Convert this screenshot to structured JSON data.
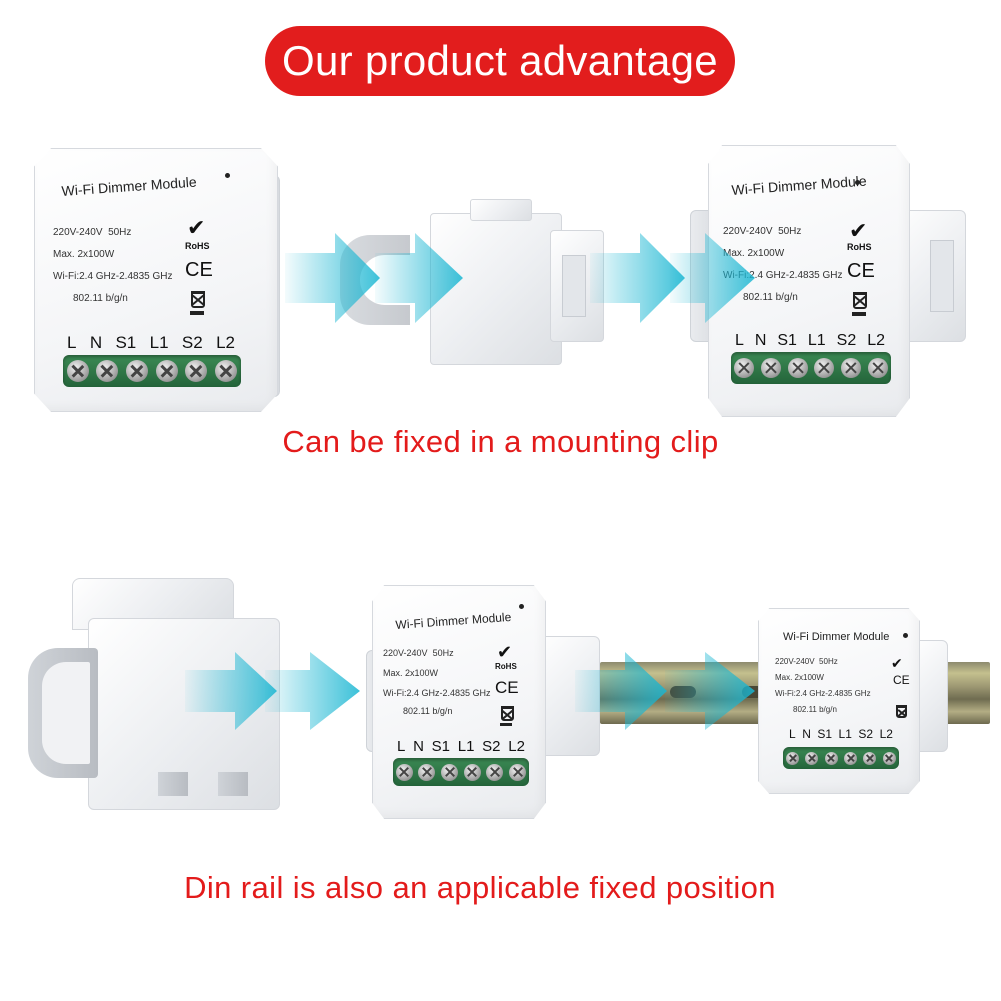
{
  "title": "Our product advantage",
  "captions": {
    "mounting_clip": "Can be fixed in a mounting clip",
    "din_rail": "Din rail is also an applicable fixed position"
  },
  "module": {
    "name": "Wi-Fi Dimmer Module",
    "voltage": "220V-240V",
    "frequency": "50Hz",
    "max_power": "Max. 2x100W",
    "wifi_band": "Wi-Fi:2.4 GHz-2.4835 GHz",
    "wifi_standard": "802.11 b/g/n",
    "rohs": "RoHS",
    "ce": "CE",
    "terminals": [
      "L",
      "N",
      "S1",
      "L1",
      "S2",
      "L2"
    ]
  },
  "colors": {
    "accent_red": "#e21d1d",
    "arrow_cyan": "#19b6d2",
    "terminal_green": "#2f7a45"
  },
  "icons": [
    "check-mark-icon",
    "weee-bin-icon",
    "arrow-right-icon",
    "screw-terminal-icon"
  ]
}
